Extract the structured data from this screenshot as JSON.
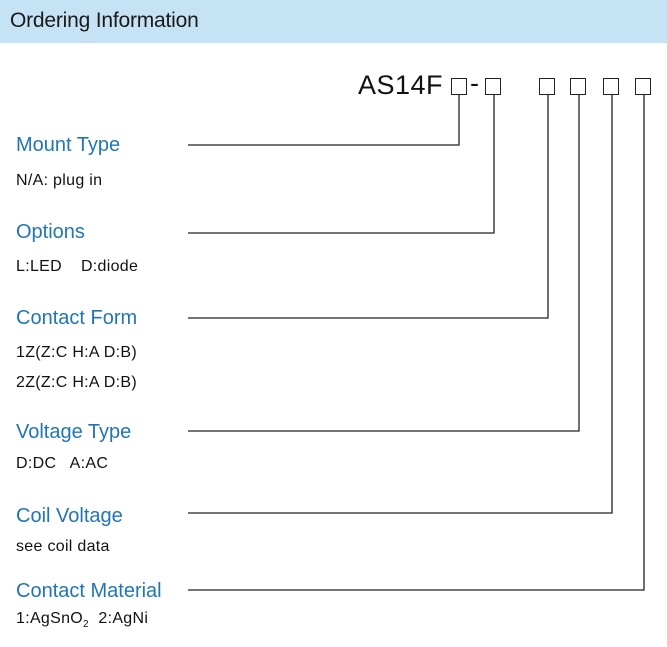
{
  "header": {
    "title": "Ordering Information"
  },
  "code": {
    "prefix": "AS14F",
    "separator": "-"
  },
  "sections": [
    {
      "title": "Mount Type",
      "desc": [
        "N/A: plug in"
      ]
    },
    {
      "title": "Options",
      "desc": [
        "L:LED    D:diode"
      ]
    },
    {
      "title": "Contact Form",
      "desc": [
        "1Z(Z:C H:A D:B)",
        "2Z(Z:C H:A D:B)"
      ]
    },
    {
      "title": "Voltage Type",
      "desc": [
        "D:DC   A:AC"
      ]
    },
    {
      "title": "Coil Voltage",
      "desc": [
        "see coil data"
      ]
    },
    {
      "title": "Contact Material",
      "desc_prefix": "1:AgSnO",
      "desc_sub": "2",
      "desc_suffix": "  2:AgNi"
    }
  ]
}
